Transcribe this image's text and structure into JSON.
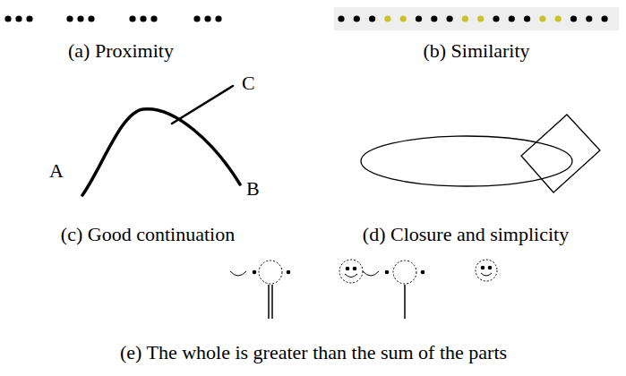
{
  "diagram": {
    "labels": [
      "(a) Proximity",
      "(b) Similarity",
      "C",
      "A",
      "B",
      "(c) Good continuation",
      "(d) Closure and simplicity",
      "(e) The whole is greater than the sum of the parts"
    ]
  }
}
